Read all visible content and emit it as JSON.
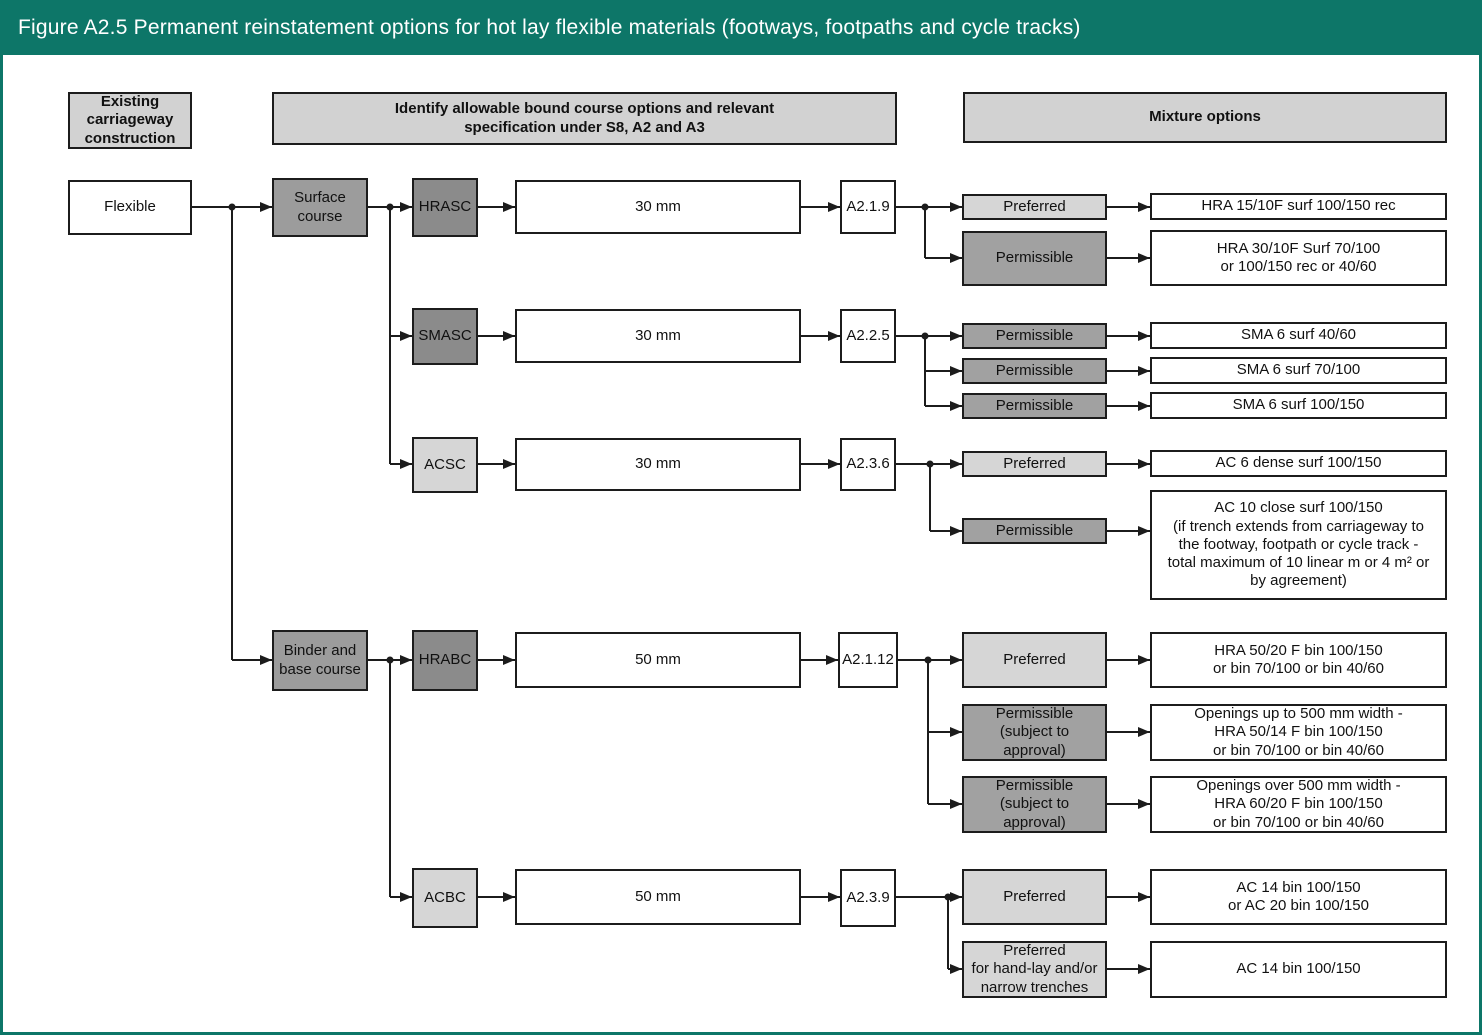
{
  "title": "Figure A2.5 Permanent reinstatement options for hot lay flexible materials (footways, footpaths and cycle tracks)",
  "colors": {
    "title_bar": "#0d7668",
    "header_box": "#d2d2d2",
    "light_box": "#d6d6d6",
    "course_box": "#9c9c9c",
    "code_box": "#8b8b8b",
    "permissible_box": "#a1a1a1",
    "line": "#1c1c1c"
  },
  "headers": {
    "existing": "Existing\ncarriageway\nconstruction",
    "identify": "Identify allowable bound course options and relevant\nspecification under S8, A2 and A3",
    "mixture": "Mixture options"
  },
  "nodes": {
    "flexible": "Flexible",
    "surface": "Surface\ncourse",
    "binder": "Binder and\nbase course"
  },
  "rows": {
    "hrasc": {
      "code": "HRASC",
      "depth": "30 mm",
      "spec": "A2.1.9"
    },
    "smasc": {
      "code": "SMASC",
      "depth": "30 mm",
      "spec": "A2.2.5"
    },
    "acsc": {
      "code": "ACSC",
      "depth": "30 mm",
      "spec": "A2.3.6"
    },
    "hrabc": {
      "code": "HRABC",
      "depth": "50 mm",
      "spec": "A2.1.12"
    },
    "acbc": {
      "code": "ACBC",
      "depth": "50 mm",
      "spec": "A2.3.9"
    }
  },
  "mixtures": {
    "hrasc": [
      {
        "status": "Preferred",
        "value": "HRA 15/10F surf 100/150 rec"
      },
      {
        "status": "Permissible",
        "value": "HRA 30/10F Surf 70/100\nor 100/150 rec or 40/60"
      }
    ],
    "smasc": [
      {
        "status": "Permissible",
        "value": "SMA 6 surf 40/60"
      },
      {
        "status": "Permissible",
        "value": "SMA 6 surf 70/100"
      },
      {
        "status": "Permissible",
        "value": "SMA 6 surf 100/150"
      }
    ],
    "acsc": [
      {
        "status": "Preferred",
        "value": "AC 6 dense surf 100/150"
      },
      {
        "status": "Permissible",
        "value": "AC 10 close surf 100/150\n(if trench extends from carriageway to\nthe footway, footpath or cycle track -\ntotal maximum of 10 linear m or 4 m² or\nby agreement)"
      }
    ],
    "hrabc": [
      {
        "status": "Preferred",
        "value": "HRA 50/20 F bin 100/150\nor bin 70/100 or bin 40/60"
      },
      {
        "status": "Permissible\n(subject to\napproval)",
        "value": "Openings up to 500 mm width -\nHRA 50/14 F bin 100/150\nor bin 70/100 or bin 40/60"
      },
      {
        "status": "Permissible\n(subject to\napproval)",
        "value": "Openings over 500 mm width -\nHRA 60/20 F bin 100/150\nor bin 70/100 or bin 40/60"
      }
    ],
    "acbc": [
      {
        "status": "Preferred",
        "value": "AC 14 bin 100/150\nor AC 20 bin 100/150"
      },
      {
        "status": "Preferred\nfor hand-lay and/or\nnarrow trenches",
        "value": "AC 14 bin 100/150"
      }
    ]
  }
}
